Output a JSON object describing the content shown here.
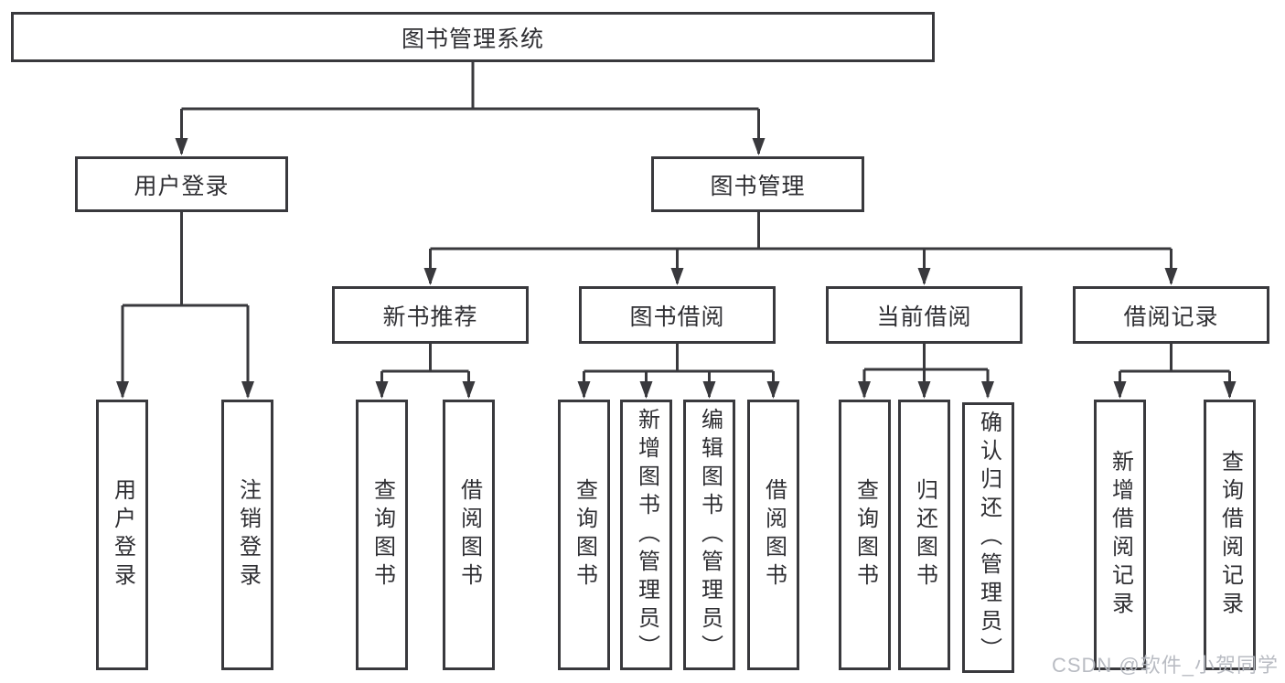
{
  "diagram": {
    "root": "图书管理系统",
    "branches": [
      {
        "label": "用户登录",
        "children": [
          "用户登录",
          "注销登录"
        ]
      },
      {
        "label": "图书管理",
        "sections": [
          {
            "label": "新书推荐",
            "children": [
              "查询图书",
              "借阅图书"
            ]
          },
          {
            "label": "图书借阅",
            "children": [
              "查询图书",
              "新增图书（管理员）",
              "编辑图书（管理员）",
              "借阅图书"
            ]
          },
          {
            "label": "当前借阅",
            "children": [
              "查询图书",
              "归还图书",
              "确认归还（管理员）"
            ]
          },
          {
            "label": "借阅记录",
            "children": [
              "新增借阅记录",
              "查询借阅记录"
            ]
          }
        ]
      }
    ]
  },
  "watermark": {
    "text": "CSDN @软件_小贺同学"
  },
  "colors": {
    "line": "#39393d",
    "text": "#2f2f33",
    "watermark": "#b6b9c0",
    "background": "#ffffff"
  }
}
